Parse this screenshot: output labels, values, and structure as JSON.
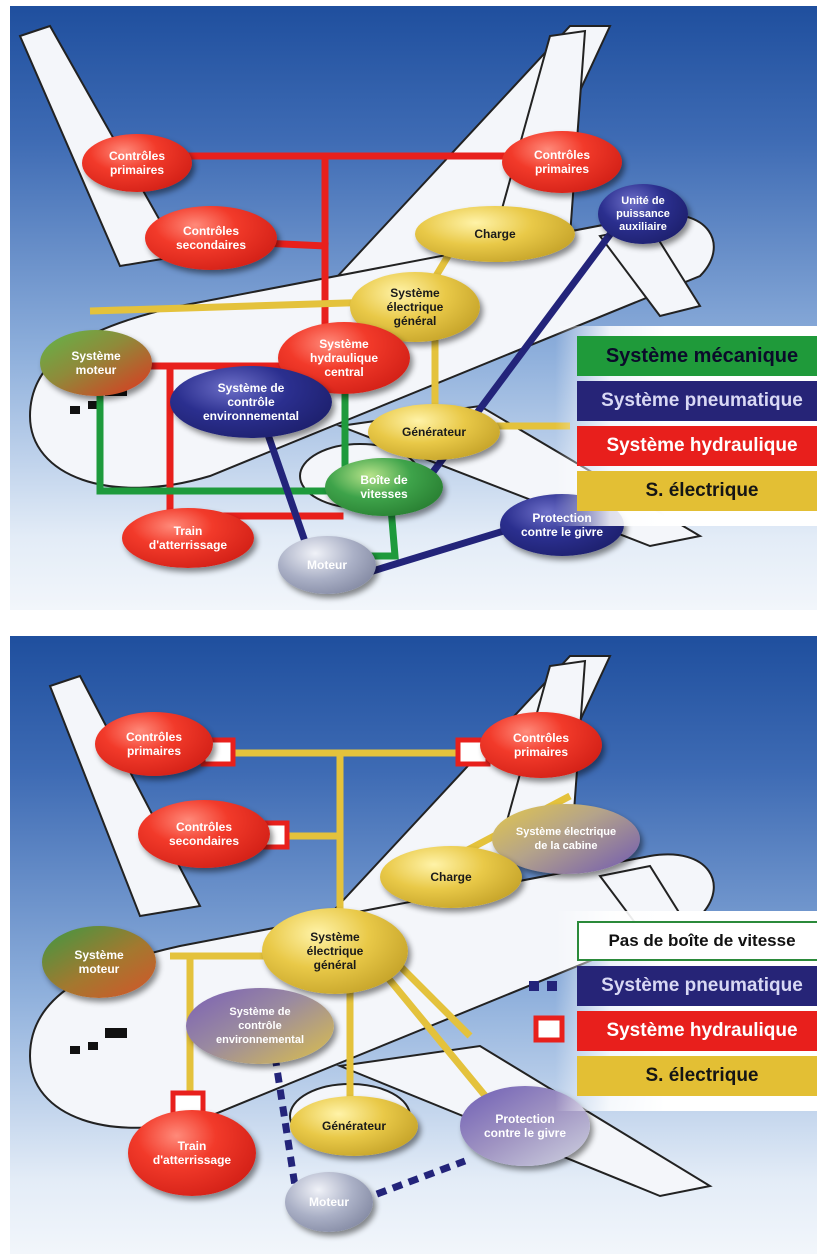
{
  "top_diagram": {
    "nodes": {
      "primary_controls_left": "Contrôles\nprimaires",
      "primary_controls_right": "Contrôles\nprimaires",
      "secondary_controls": "Contrôles\nsecondaires",
      "apu": "Unité de\npuissance\nauxiliaire",
      "load": "Charge",
      "general_electric": "Système\nélectrique\ngénéral",
      "engine_system": "Système\nmoteur",
      "central_hydraulic": "Système\nhydraulique\ncentral",
      "environmental_control": "Système de\ncontrôle\nenvironnemental",
      "generator": "Générateur",
      "gearbox": "Boîte de\nvitesses",
      "landing_gear": "Train\nd'atterrissage",
      "engine": "Moteur",
      "ice_protection": "Protection\ncontre le givre"
    },
    "legend": {
      "mechanical": "Système mécanique",
      "pneumatic": "Système pneumatique",
      "hydraulic": "Système hydraulique",
      "electric": "S. électrique"
    }
  },
  "bottom_diagram": {
    "nodes": {
      "primary_controls_left": "Contrôles\nprimaires",
      "primary_controls_right": "Contrôles\nprimaires",
      "secondary_controls": "Contrôles\nsecondaires",
      "cabin_electric": "Système électrique\nde la cabine",
      "load": "Charge",
      "engine_system": "Système\nmoteur",
      "general_electric": "Système\nélectrique\ngénéral",
      "environmental_control": "Système de\ncontrôle\nenvironnemental",
      "generator": "Générateur",
      "ice_protection": "Protection\ncontre le givre",
      "landing_gear": "Train\nd'atterrissage",
      "engine": "Moteur"
    },
    "legend": {
      "no_gearbox": "Pas de boîte de vitesse",
      "pneumatic": "Système pneumatique",
      "hydraulic": "Système hydraulique",
      "electric": "S. électrique"
    }
  },
  "colors": {
    "hydraulic_red": "#e8201c",
    "electric_yellow": "#e4c23c",
    "mechanical_green": "#1e9a3c",
    "pneumatic_blue": "#23247a"
  }
}
